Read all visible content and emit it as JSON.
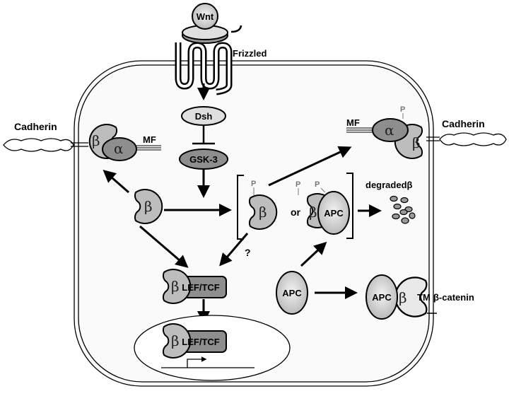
{
  "labels": {
    "wnt": "Wnt",
    "frizzled": "Frizzled",
    "dsh": "Dsh",
    "gsk3": "GSK-3",
    "cadherin_left": "Cadherin",
    "cadherin_right": "Cadherin",
    "mf_left": "MF",
    "mf_right": "MF",
    "alpha": "α",
    "beta": "β",
    "p": "P",
    "or": "or",
    "apc": "APC",
    "degraded": "degradedβ",
    "question": "?",
    "lef_tcf": "LEF/TCF",
    "tm": "TM",
    "tm_beta_catenin": "β-catenin"
  },
  "colors": {
    "protein": "#bdbdbd",
    "light_protein": "#dedede",
    "dark_protein": "#8e8e8e",
    "background": "#ffffff"
  }
}
